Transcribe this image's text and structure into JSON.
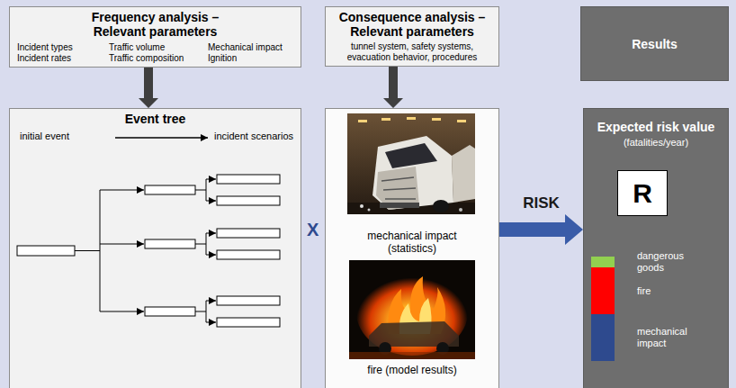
{
  "diagram": {
    "nodes": [
      {
        "text": [
          "Frequency analysis – Relevant parameters",
          "Incident types",
          "Incident rates",
          "Traffic volume",
          "Traffic composition",
          "Mechanical impact",
          "Ignition"
        ]
      },
      {
        "text": [
          "Consequence analysis – Relevant parameters",
          "tunnel system, safety systems, evacuation behavior, procedures"
        ]
      },
      {
        "text": [
          "Results"
        ]
      },
      {
        "text": [
          "Event tree"
        ]
      },
      {
        "text": [
          "mechanical impact (statistics)",
          "fire (model results)"
        ]
      },
      {
        "text": [
          "Expected risk value",
          "(fatalities/year)"
        ]
      },
      {
        "text": [
          "R"
        ],
        "in": 5
      }
    ],
    "edges": [
      {
        "from": 0,
        "to": 3,
        "arrow": "to"
      },
      {
        "from": 1,
        "to": 4,
        "arrow": "to"
      },
      {
        "from": 4,
        "to": 5,
        "label": "RISK",
        "arrow": "to"
      }
    ],
    "labels": [
      "initial event",
      "incident scenarios",
      "X"
    ],
    "legend": [
      {
        "text": "dangerous goods",
        "color": "#92d050"
      },
      {
        "text": "fire",
        "color": "#ff0000"
      },
      {
        "text": "mechanical impact",
        "color": "#2e4a8e"
      }
    ]
  }
}
